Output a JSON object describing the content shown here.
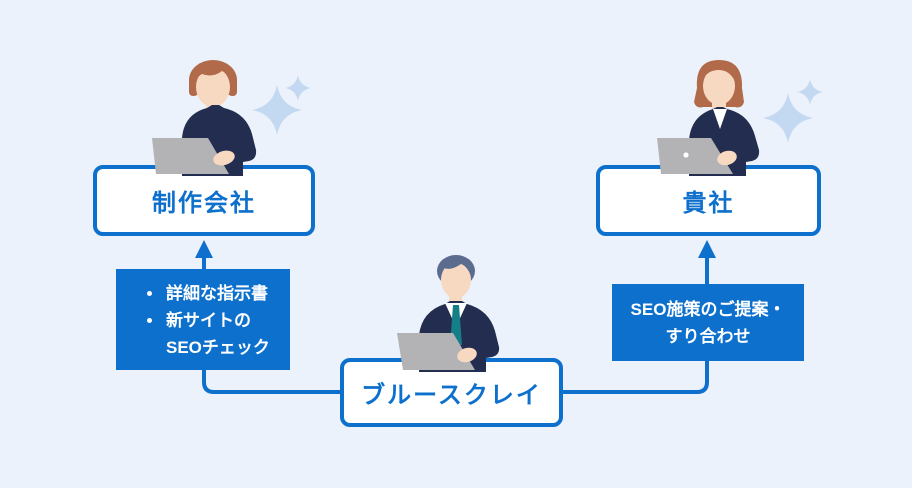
{
  "palette": {
    "background": "#ecf2fb",
    "accent_blue": "#0e70cd",
    "white": "#ffffff",
    "sparkle_blue": "#c3d8f1",
    "navy": "#232d4f",
    "skin": "#f7d9c2",
    "hair_brown": "#b26b4a",
    "hair_gray": "#5b6c8f",
    "tie_teal": "#157f87",
    "laptop_gray": "#b3b3b5"
  },
  "diagram": {
    "nodes": {
      "production_company": {
        "label": "制作会社"
      },
      "your_company": {
        "label": "貴社"
      },
      "bruce_clay": {
        "label": "ブルースクレイ"
      }
    },
    "flows": {
      "bruceclay_to_production": {
        "bullets": [
          "詳細な指示書",
          "新サイトの\nSEOチェック"
        ]
      },
      "bruceclay_to_client": {
        "text": "SEO施策のご提案・\nすり合わせ"
      }
    }
  },
  "icons": {
    "person_left": "person-hoodie-with-laptop-icon",
    "person_right": "person-woman-with-laptop-icon",
    "person_center": "person-suit-with-laptop-icon",
    "sparkles": "sparkle-stars-icon"
  }
}
